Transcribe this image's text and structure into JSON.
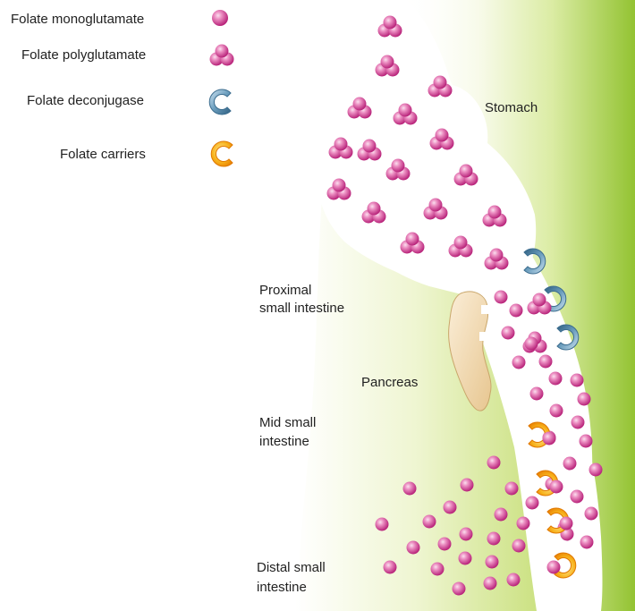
{
  "legend": [
    {
      "label": "Folate monoglutamate",
      "icon": "monoglutamate-icon"
    },
    {
      "label": "Folate polyglutamate",
      "icon": "polyglutamate-icon"
    },
    {
      "label": "Folate deconjugase",
      "icon": "deconjugase-icon"
    },
    {
      "label": "Folate carriers",
      "icon": "carrier-icon"
    }
  ],
  "regions": {
    "stomach": "Stomach",
    "proximal": [
      "Proximal",
      "small intestine"
    ],
    "pancreas": "Pancreas",
    "mid": [
      "Mid small",
      "intestine"
    ],
    "distal": [
      "Distal small",
      "intestine"
    ]
  },
  "colors": {
    "tissue_green": "#9bc83c",
    "lumen": "#ffffff",
    "folate_pink": "#d94f9c",
    "deconjugase_blue": "#5a8fb0",
    "carrier_orange": "#f2a400",
    "pancreas": "#f1dab3"
  }
}
